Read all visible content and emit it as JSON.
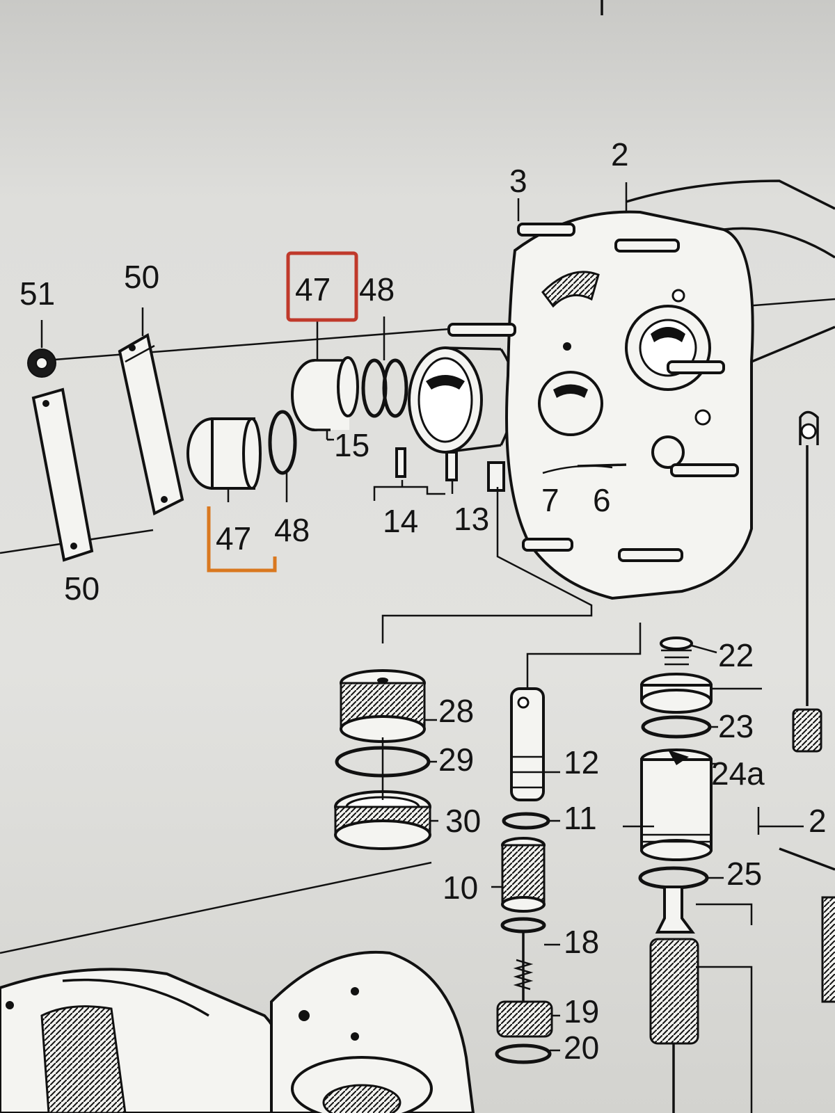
{
  "labels": {
    "l2_top": "2",
    "l3": "3",
    "l51": "51",
    "l50_top": "50",
    "l47_top": "47",
    "l48_top": "48",
    "l15": "15",
    "l14": "14",
    "l13": "13",
    "l7": "7",
    "l6": "6",
    "l47_bottom": "47",
    "l48_bottom": "48",
    "l50_bottom": "50",
    "l22": "22",
    "l28": "28",
    "l23": "23",
    "l29": "29",
    "l12": "12",
    "l24a": "24a",
    "l30": "30",
    "l11": "11",
    "l2_right": "2",
    "l25": "25",
    "l10": "10",
    "l18": "18",
    "l19": "19",
    "l20": "20"
  },
  "highlights": {
    "box_47_top_color": "#c0392b",
    "box_47_bottom_color": "#d9781f"
  }
}
